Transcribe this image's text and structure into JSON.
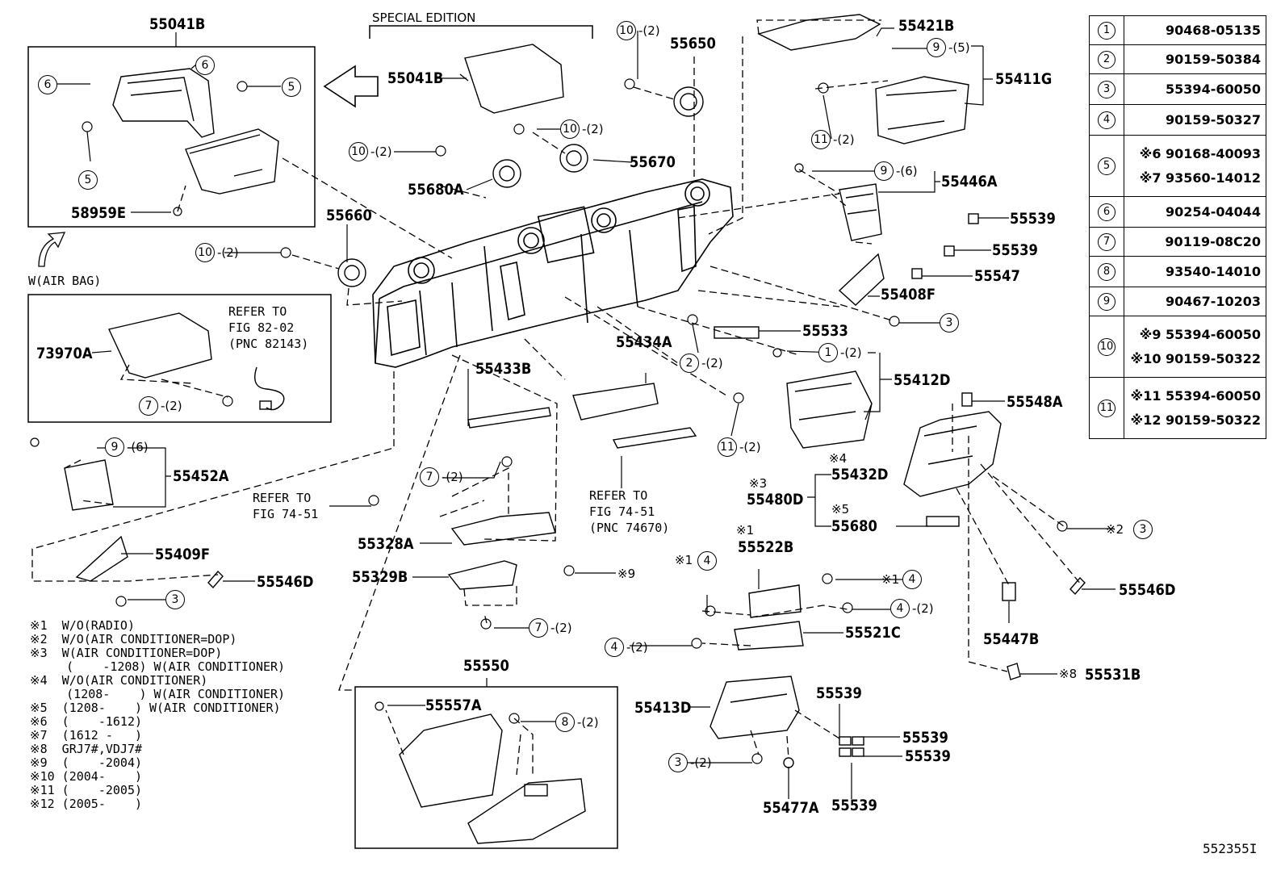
{
  "header": {
    "special_edition": "SPECIAL EDITION"
  },
  "parts": {
    "p55041B_top": "55041B",
    "p55041B_mid": "55041B",
    "p58959E": "58959E",
    "p73970A": "73970A",
    "p55452A": "55452A",
    "p55409F": "55409F",
    "p55546D_left": "55546D",
    "p55650": "55650",
    "p55670": "55670",
    "p55680A": "55680A",
    "p55660": "55660",
    "p55433B": "55433B",
    "p55434A": "55434A",
    "p55328A": "55328A",
    "p55329B": "55329B",
    "p55550": "55550",
    "p55557A": "55557A",
    "p55421B": "55421B",
    "p55411G": "55411G",
    "p55446A": "55446A",
    "p55539_a": "55539",
    "p55539_b": "55539",
    "p55547": "55547",
    "p55408F": "55408F",
    "p55533": "55533",
    "p55412D": "55412D",
    "p55548A": "55548A",
    "p55432D": "55432D",
    "p55480D": "55480D",
    "p55680": "55680",
    "p55522B": "55522B",
    "p55521C": "55521C",
    "p55546D_right": "55546D",
    "p55447B": "55447B",
    "p55531B": "55531B",
    "p55413D": "55413D",
    "p55539_c": "55539",
    "p55539_d": "55539",
    "p55539_e": "55539",
    "p55539_f": "55539",
    "p55477A": "55477A"
  },
  "marks": {
    "m4_55432D": "※4",
    "m3_55480D": "※3",
    "m5_55680": "※5",
    "m1_55522B": "※1",
    "m1_left": "※1",
    "m1_right": "※1",
    "m2": "※2",
    "m9": "※9",
    "m8": "※8"
  },
  "refs": {
    "refer_82_02": "REFER TO\nFIG 82-02\n(PNC 82143)",
    "refer_74_51_left": "REFER TO\nFIG 74-51",
    "refer_74_51_mid": "REFER TO\nFIG 74-51\n(PNC 74670)",
    "w_air_bag": "W(AIR BAG)"
  },
  "qty": {
    "q2": "-(2)",
    "q5": "-(5)",
    "q6": "-(6)"
  },
  "notes": [
    "※1  W/O(RADIO)",
    "※2  W/O(AIR CONDITIONER=DOP)",
    "※3  W(AIR CONDITIONER=DOP)",
    "     (    -1208) W(AIR CONDITIONER)",
    "※4  W/O(AIR CONDITIONER)",
    "     (1208-    ) W(AIR CONDITIONER)",
    "※5  (1208-    ) W(AIR CONDITIONER)",
    "※6  (    -1612)",
    "※7  (1612 -   )",
    "※8  GRJ7#,VDJ7#",
    "※9  (    -2004)",
    "※10 (2004-    )",
    "※11 (    -2005)",
    "※12 (2005-    )"
  ],
  "figure_id": "552355I",
  "legend": [
    {
      "key": "1",
      "lines": [
        "90468-05135"
      ]
    },
    {
      "key": "2",
      "lines": [
        "90159-50384"
      ]
    },
    {
      "key": "3",
      "lines": [
        "55394-60050"
      ]
    },
    {
      "key": "4",
      "lines": [
        "90159-50327"
      ]
    },
    {
      "key": "5",
      "lines": [
        "※6 90168-40093",
        "※7 93560-14012"
      ]
    },
    {
      "key": "6",
      "lines": [
        "90254-04044"
      ]
    },
    {
      "key": "7",
      "lines": [
        "90119-08C20"
      ]
    },
    {
      "key": "8",
      "lines": [
        "93540-14010"
      ]
    },
    {
      "key": "9",
      "lines": [
        "90467-10203"
      ]
    },
    {
      "key": "10",
      "lines": [
        "※9 55394-60050",
        "※10 90159-50322"
      ]
    },
    {
      "key": "11",
      "lines": [
        "※11 55394-60050",
        "※12 90159-50322"
      ]
    }
  ]
}
